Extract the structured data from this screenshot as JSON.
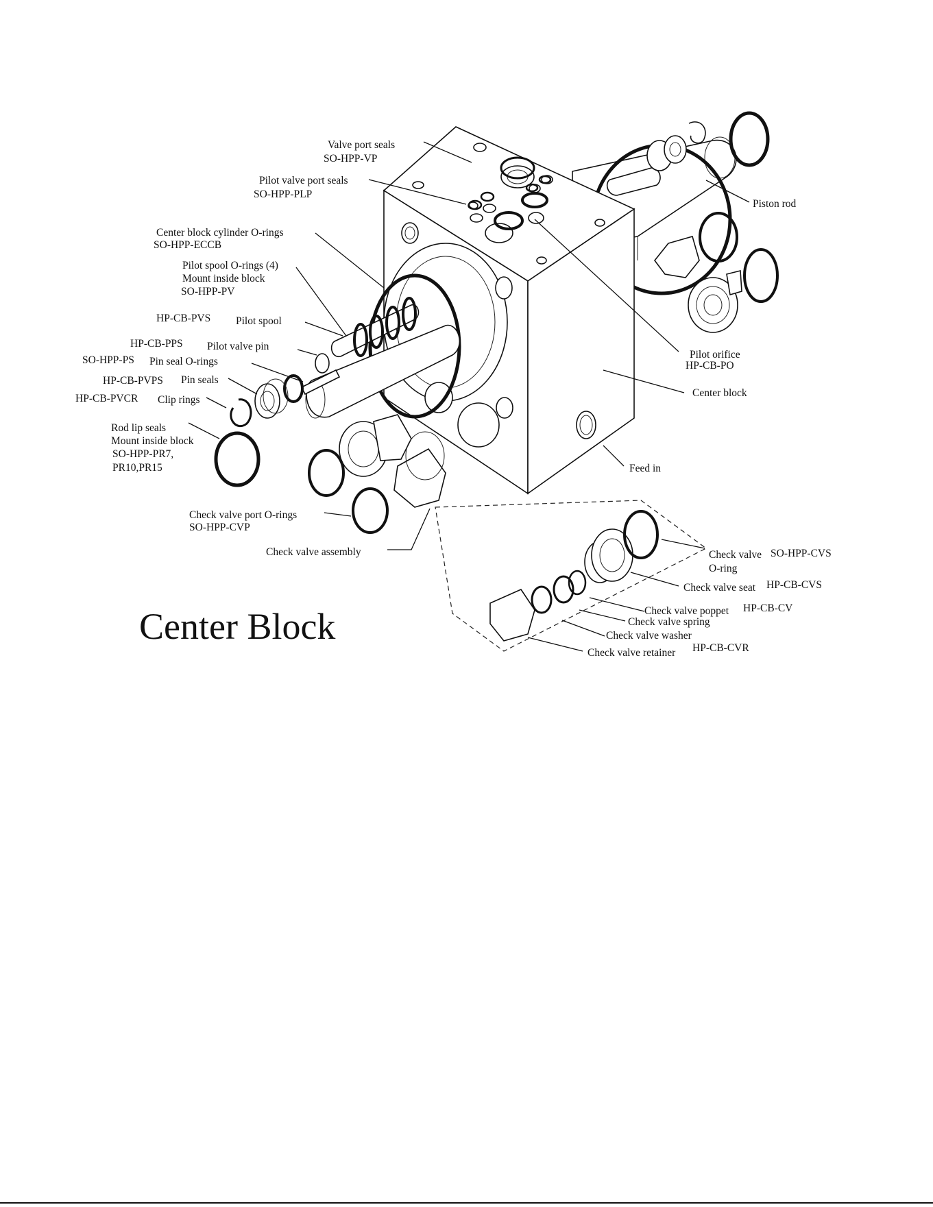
{
  "title": "Center Block",
  "labels": {
    "valve_port_seals": "Valve port seals",
    "valve_port_seals_part": "SO-HPP-VP",
    "pilot_valve_port_seals": "Pilot valve port seals",
    "pilot_valve_port_seals_part": "SO-HPP-PLP",
    "center_block_cyl_orings": "Center block cylinder O-rings",
    "center_block_cyl_orings_part": "SO-HPP-ECCB",
    "pilot_spool_orings": "Pilot spool O-rings (4)",
    "pilot_spool_orings_note": "Mount inside block",
    "pilot_spool_orings_part": "SO-HPP-PV",
    "pilot_spool_part": "HP-CB-PVS",
    "pilot_spool": "Pilot spool",
    "pilot_valve_pin_part": "HP-CB-PPS",
    "pilot_valve_pin": "Pilot valve pin",
    "pin_seal_orings_part": "SO-HPP-PS",
    "pin_seal_orings": "Pin seal O-rings",
    "pin_seals_part": "HP-CB-PVPS",
    "pin_seals": "Pin seals",
    "clip_rings_part": "HP-CB-PVCR",
    "clip_rings": "Clip rings",
    "rod_lip_seals": "Rod lip seals",
    "rod_lip_seals_note": "Mount inside block",
    "rod_lip_seals_part1": "SO-HPP-PR7,",
    "rod_lip_seals_part2": "PR10,PR15",
    "check_valve_port_orings": "Check valve port O-rings",
    "check_valve_port_orings_part": "SO-HPP-CVP",
    "check_valve_assembly": "Check valve assembly",
    "piston_rod": "Piston rod",
    "pilot_orifice": "Pilot orifice",
    "pilot_orifice_part": "HP-CB-PO",
    "center_block": "Center block",
    "feed_in": "Feed in",
    "check_valve_oring_1": "Check valve",
    "check_valve_oring_2": "O-ring",
    "check_valve_oring_part": "SO-HPP-CVS",
    "check_valve_seat": "Check valve seat",
    "check_valve_seat_part": "HP-CB-CVS",
    "check_valve_poppet": "Check valve poppet",
    "check_valve_poppet_part": "HP-CB-CV",
    "check_valve_spring": "Check valve spring",
    "check_valve_washer": "Check valve washer",
    "check_valve_retainer": "Check valve retainer",
    "check_valve_retainer_part": "HP-CB-CVR"
  }
}
